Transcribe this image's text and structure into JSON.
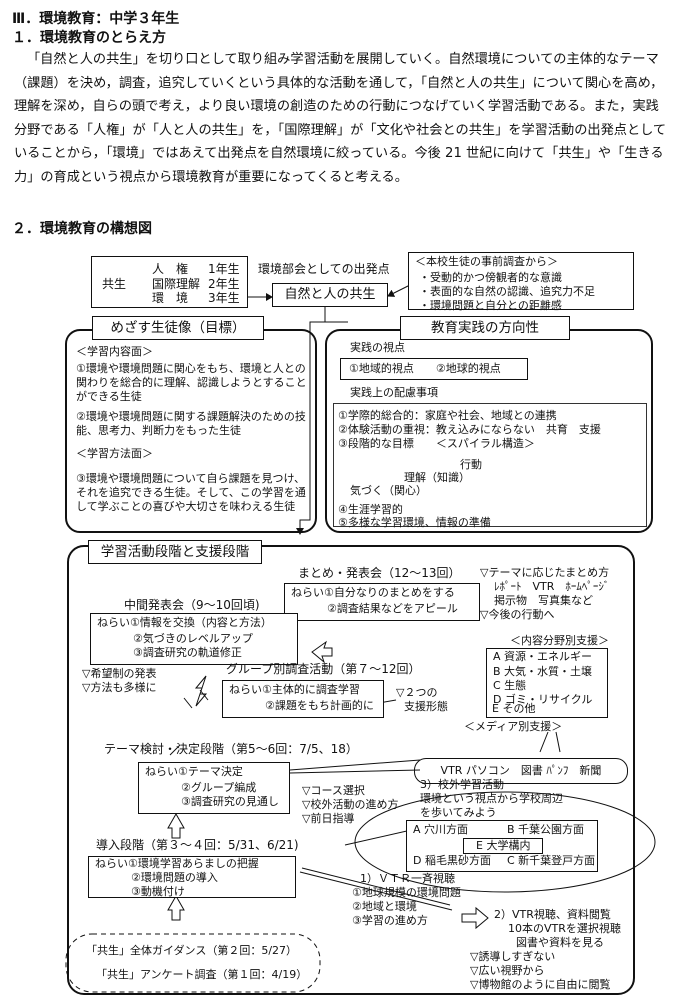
{
  "section_title": "Ⅲ．環境教育：中学３年生",
  "sub1_title": "１．環境教育のとらえ方",
  "paragraph": "「自然と人の共生」を切り口として取り組み学習活動を展開していく。自然環境についての主体的なテーマ（課題）を決め，調査，追究していくという具体的な活動を通して，「自然と人の共生」について関心を高め，理解を深め，自らの頭で考え，より良い環境の創造のための行動につなげていく学習活動である。また，実践分野である「人権」が「人と人の共生」を，「国際理解」が「文化や社会との共生」を学習活動の出発点としていることから，「環境」ではあえて出発点を自然環境に絞っている。今後 21 世紀に向けて「共生」や「生きる力」の育成という視点から環境教育が重要になってくると考える。",
  "sub2_title": "２．環境教育の構想図",
  "diagram": {
    "kyosei_label": "共生",
    "kyosei_items": [
      {
        "name": "人　権",
        "grade": "1年生"
      },
      {
        "name": "国際理解",
        "grade": "2年生"
      },
      {
        "name": "環　境",
        "grade": "3年生"
      }
    ],
    "start_point_label": "環境部会としての出発点",
    "center_title": "自然と人の共生",
    "survey_title": "＜本校生徒の事前調査から＞",
    "survey_items": [
      "・受動的かつ傍観者的な意識",
      "・表面的な自然の認識、追究力不足",
      "・環境問題と自分との距離感"
    ],
    "goal_title": "めざす生徒像（目標）",
    "goal_content_head": "＜学習内容面＞",
    "goal_content_1": "①環境や環境問題に関心をもち、環境と人との関わりを総合的に理解、認識しようとすることができる生徒",
    "goal_content_2": "②環境や環境問題に関する課題解決のための技能、思考力、判断力をもった生徒",
    "goal_method_head": "＜学習方法面＞",
    "goal_method_3": "③環境や環境問題について自ら課題を見つけ、それを追究できる生徒。そして、この学習を通して学ぶことの喜びや大切さを味わえる生徒",
    "practice_title": "教育実践の方向性",
    "practice_view_head": "実践の視点",
    "practice_views": "①地域的視点　　②地球的視点",
    "practice_care_head": "実践上の配慮事項",
    "practice_care_1": "①学際的総合的：家庭や社会、地域との連携",
    "practice_care_2": "②体験活動の重視：教え込みにならない　共育　支援",
    "practice_care_3": "③段階的な目標　　＜スパイラル構造＞",
    "spiral_action": "行動",
    "spiral_understand": "理解（知識）",
    "spiral_notice": "気づく（関心）",
    "practice_care_4": "④生涯学習的",
    "practice_care_5": "⑤多様な学習環境、情報の準備",
    "stages_title": "学習活動段階と支援段階",
    "final_title": "まとめ・発表会（12～13回）",
    "final_aims": [
      "ねらい①自分なりのまとめをする",
      "②調査結果などをアピール"
    ],
    "final_support": [
      "▽テーマに応じたまとめ方",
      "ﾚﾎﾟｰﾄ　VTR　ﾎｰﾑﾍﾟｰｼﾞ",
      "掲示物　写真集など",
      "▽今後の行動へ"
    ],
    "mid_title": "中間発表会（9～10回頃)",
    "mid_aims": [
      "ねらい①情報を交換（内容と方法）",
      "②気づきのレベルアップ",
      "③調査研究の軌道修正"
    ],
    "mid_support": [
      "▽希望制の発表",
      "▽方法も多様に"
    ],
    "content_support_title": "＜内容分野別支援＞",
    "content_support_items": [
      "A 資源・エネルギー",
      "B 大気・水質・土壌",
      "C 生態",
      "D ゴミ・リサイクル",
      "E その他"
    ],
    "group_title": "グループ別調査活動（第７～12回）",
    "group_aims": [
      "ねらい①主体的に調査学習",
      "②課題をもち計画的に"
    ],
    "group_support": [
      "▽２つの",
      "支援形態"
    ],
    "media_support_title": "＜メディア別支援＞",
    "media_items": "VTR パソコン　図書 ﾊﾟﾝﾌ　新聞",
    "theme_title": "テーマ検討・決定段階（第5～6回：7/5、18）",
    "theme_aims": [
      "ねらい①テーマ決定",
      "②グループ編成",
      "③調査研究の見通し"
    ],
    "theme_support": [
      "▽コース選択",
      "▽校外活動の進め方",
      "▽前日指導"
    ],
    "field_title": "3）校外学習活動",
    "field_desc": [
      "環境という視点から学校周辺",
      "を歩いてみよう"
    ],
    "areas": [
      "A 穴川方面",
      "B 千葉公園方面",
      "E 大学構内",
      "D 稲毛黒砂方面",
      "C 新千葉登戸方面"
    ],
    "intro_title": "導入段階（第３～４回：5/31、6/21)",
    "intro_aims": [
      "ねらい①環境学習あらましの把握",
      "②環境問題の導入",
      "③動機付け"
    ],
    "vtr1_title": "1）ＶＴＲ一斉視聴",
    "vtr1_items": [
      "①地球規模の環境問題",
      "②地域と環境",
      "③学習の進め方"
    ],
    "vtr2_title": "2）VTR視聴、資料閲覧",
    "vtr2_items": [
      "10本のVTRを選択視聴",
      "図書や資料を見る"
    ],
    "vtr2_support": [
      "▽誘導しすぎない",
      "▽広い視野から",
      "▽博物館のように自由に閲覧"
    ],
    "guidance": "「共生」全体ガイダンス（第２回：5/27）",
    "questionnaire": "「共生」アンケート調査（第１回：4/19）"
  }
}
